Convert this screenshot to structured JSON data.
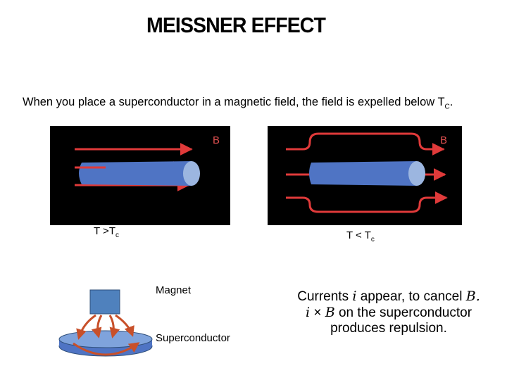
{
  "title": "MEISSNER EFFECT",
  "intro": {
    "text": "When you place a superconductor in a magnetic field, the field is expelled below T",
    "sub": "C",
    "end": "."
  },
  "left_panel": {
    "field_label": "B",
    "temp_label": "T >T",
    "temp_sub": "c"
  },
  "right_panel": {
    "field_label": "B",
    "temp_label": "T < T",
    "temp_sub": "c"
  },
  "bottom": {
    "magnet_label": "Magnet",
    "superconductor_label": "Superconductor",
    "note_line1_a": "Currents ",
    "note_line1_i": "i",
    "note_line1_b": " appear, to cancel ",
    "note_line1_B": "B.",
    "note_line2_i": "i",
    "note_line2_x": " × ",
    "note_line2_B": "B",
    "note_line2_b": " on the superconductor",
    "note_line3": "produces repulsion."
  },
  "colors": {
    "field_line": "#e03a3a",
    "rod": "#4f74c4",
    "rod_end": "#9cb6e0",
    "magnet": "#4f81bd",
    "current_arrow": "#c8502a",
    "field_label": "#e05050"
  }
}
